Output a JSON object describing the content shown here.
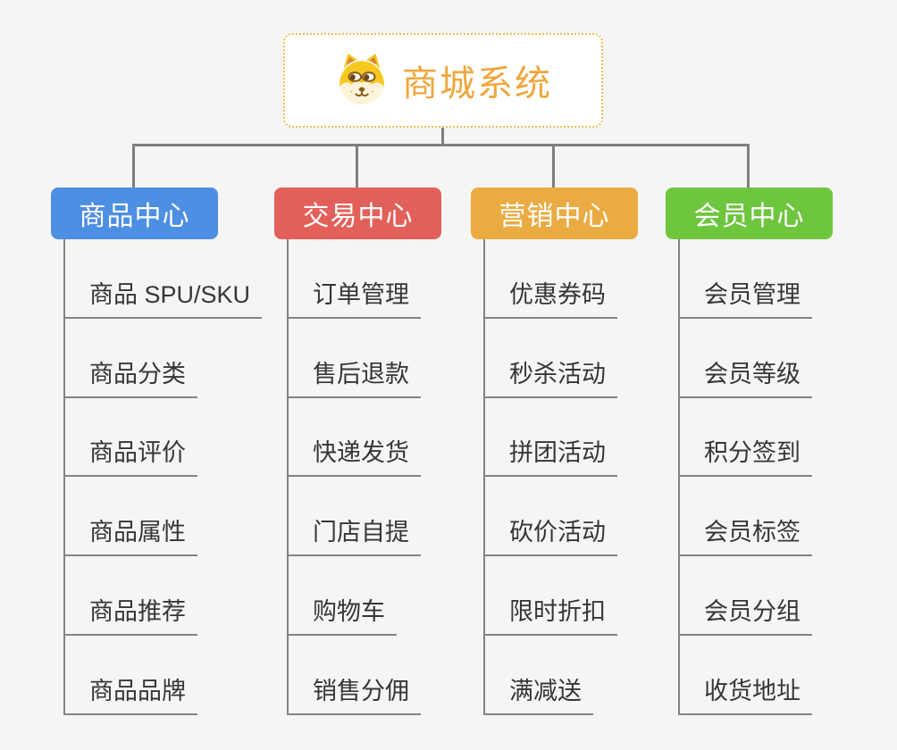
{
  "root": {
    "title": "商城系统",
    "icon": "dog-face-icon",
    "border_color": "#f3bc56",
    "title_color": "#f0a63c"
  },
  "connector_color": "#7f7f7f",
  "background_color": "#f5f5f4",
  "branches": [
    {
      "label": "商品中心",
      "color": "#4d8fe2",
      "items": [
        "商品 SPU/SKU",
        "商品分类",
        "商品评价",
        "商品属性",
        "商品推荐",
        "商品品牌"
      ]
    },
    {
      "label": "交易中心",
      "color": "#e3605a",
      "items": [
        "订单管理",
        "售后退款",
        "快递发货",
        "门店自提",
        "购物车",
        "销售分佣"
      ]
    },
    {
      "label": "营销中心",
      "color": "#eaab43",
      "items": [
        "优惠券码",
        "秒杀活动",
        "拼团活动",
        "砍价活动",
        "限时折扣",
        "满减送"
      ]
    },
    {
      "label": "会员中心",
      "color": "#6ec63e",
      "items": [
        "会员管理",
        "会员等级",
        "积分签到",
        "会员标签",
        "会员分组",
        "收货地址"
      ]
    }
  ]
}
